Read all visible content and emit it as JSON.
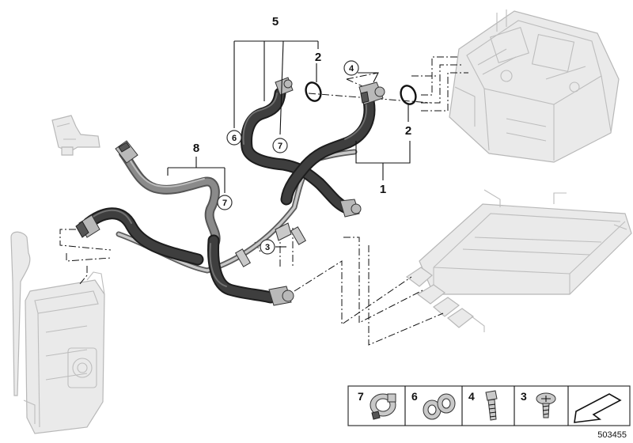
{
  "diagram": {
    "callouts": {
      "c5": "5",
      "c2a": "2",
      "c4": "4",
      "c2b": "2",
      "c1": "1",
      "c6": "6",
      "c7a": "7",
      "c8": "8",
      "c7b": "7",
      "c3": "3"
    },
    "legend": [
      {
        "num": "7",
        "icon": "hose-clamp-icon"
      },
      {
        "num": "6",
        "icon": "double-clamp-icon"
      },
      {
        "num": "4",
        "icon": "bolt-icon"
      },
      {
        "num": "3",
        "icon": "screw-icon"
      }
    ],
    "legend_arrow_icon": "direction-arrow-icon",
    "document_id": "503455"
  }
}
